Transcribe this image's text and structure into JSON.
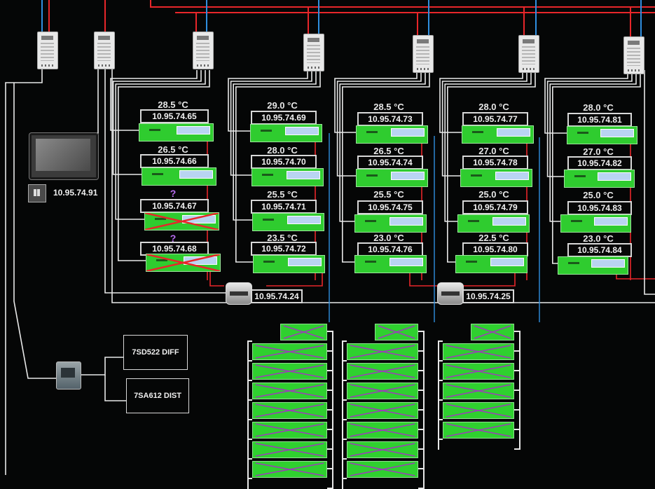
{
  "screen": {
    "title": ""
  },
  "colors": {
    "power_line": "#e8262a",
    "network_line": "#2f8fe0",
    "cable": "#e8e8e8",
    "ups_ok": "#2fcc2f",
    "fault_mark": "#e8262a",
    "unknown_mark": "#b86cf0"
  },
  "workstation": {
    "ip": "10.95.74.91",
    "icon": "windows-icon"
  },
  "columns": [
    {
      "units": [
        {
          "temp": "28.5 °C",
          "ip": "10.95.74.65",
          "status": "ok"
        },
        {
          "temp": "26.5 °C",
          "ip": "10.95.74.66",
          "status": "ok"
        },
        {
          "temp": "?",
          "ip": "10.95.74.67",
          "status": "fault"
        },
        {
          "temp": "?",
          "ip": "10.95.74.68",
          "status": "fault"
        }
      ]
    },
    {
      "units": [
        {
          "temp": "29.0 °C",
          "ip": "10.95.74.69",
          "status": "ok"
        },
        {
          "temp": "28.0 °C",
          "ip": "10.95.74.70",
          "status": "ok"
        },
        {
          "temp": "25.5 °C",
          "ip": "10.95.74.71",
          "status": "ok"
        },
        {
          "temp": "23.5 °C",
          "ip": "10.95.74.72",
          "status": "ok"
        }
      ]
    },
    {
      "units": [
        {
          "temp": "28.5 °C",
          "ip": "10.95.74.73",
          "status": "ok"
        },
        {
          "temp": "26.5 °C",
          "ip": "10.95.74.74",
          "status": "ok"
        },
        {
          "temp": "25.5 °C",
          "ip": "10.95.74.75",
          "status": "ok"
        },
        {
          "temp": "23.0 °C",
          "ip": "10.95.74.76",
          "status": "ok"
        }
      ]
    },
    {
      "units": [
        {
          "temp": "28.0 °C",
          "ip": "10.95.74.77",
          "status": "ok"
        },
        {
          "temp": "27.0 °C",
          "ip": "10.95.74.78",
          "status": "ok"
        },
        {
          "temp": "25.0 °C",
          "ip": "10.95.74.79",
          "status": "ok"
        },
        {
          "temp": "22.5 °C",
          "ip": "10.95.74.80",
          "status": "ok"
        }
      ]
    },
    {
      "units": [
        {
          "temp": "28.0 °C",
          "ip": "10.95.74.81",
          "status": "ok"
        },
        {
          "temp": "27.0 °C",
          "ip": "10.95.74.82",
          "status": "ok"
        },
        {
          "temp": "25.0 °C",
          "ip": "10.95.74.83",
          "status": "ok"
        },
        {
          "temp": "23.0 °C",
          "ip": "10.95.74.84",
          "status": "ok"
        }
      ]
    }
  ],
  "switches": [
    {
      "ip": "10.95.74.24"
    },
    {
      "ip": "10.95.74.25"
    }
  ],
  "relays": [
    {
      "label": "7SD522 DIFF"
    },
    {
      "label": "7SA612 DIST"
    }
  ],
  "battery_racks": [
    {
      "units": 8,
      "top_unit_crossed": true
    },
    {
      "units": 8,
      "top_unit_crossed": true
    },
    {
      "units": 6,
      "top_unit_crossed": true
    }
  ]
}
